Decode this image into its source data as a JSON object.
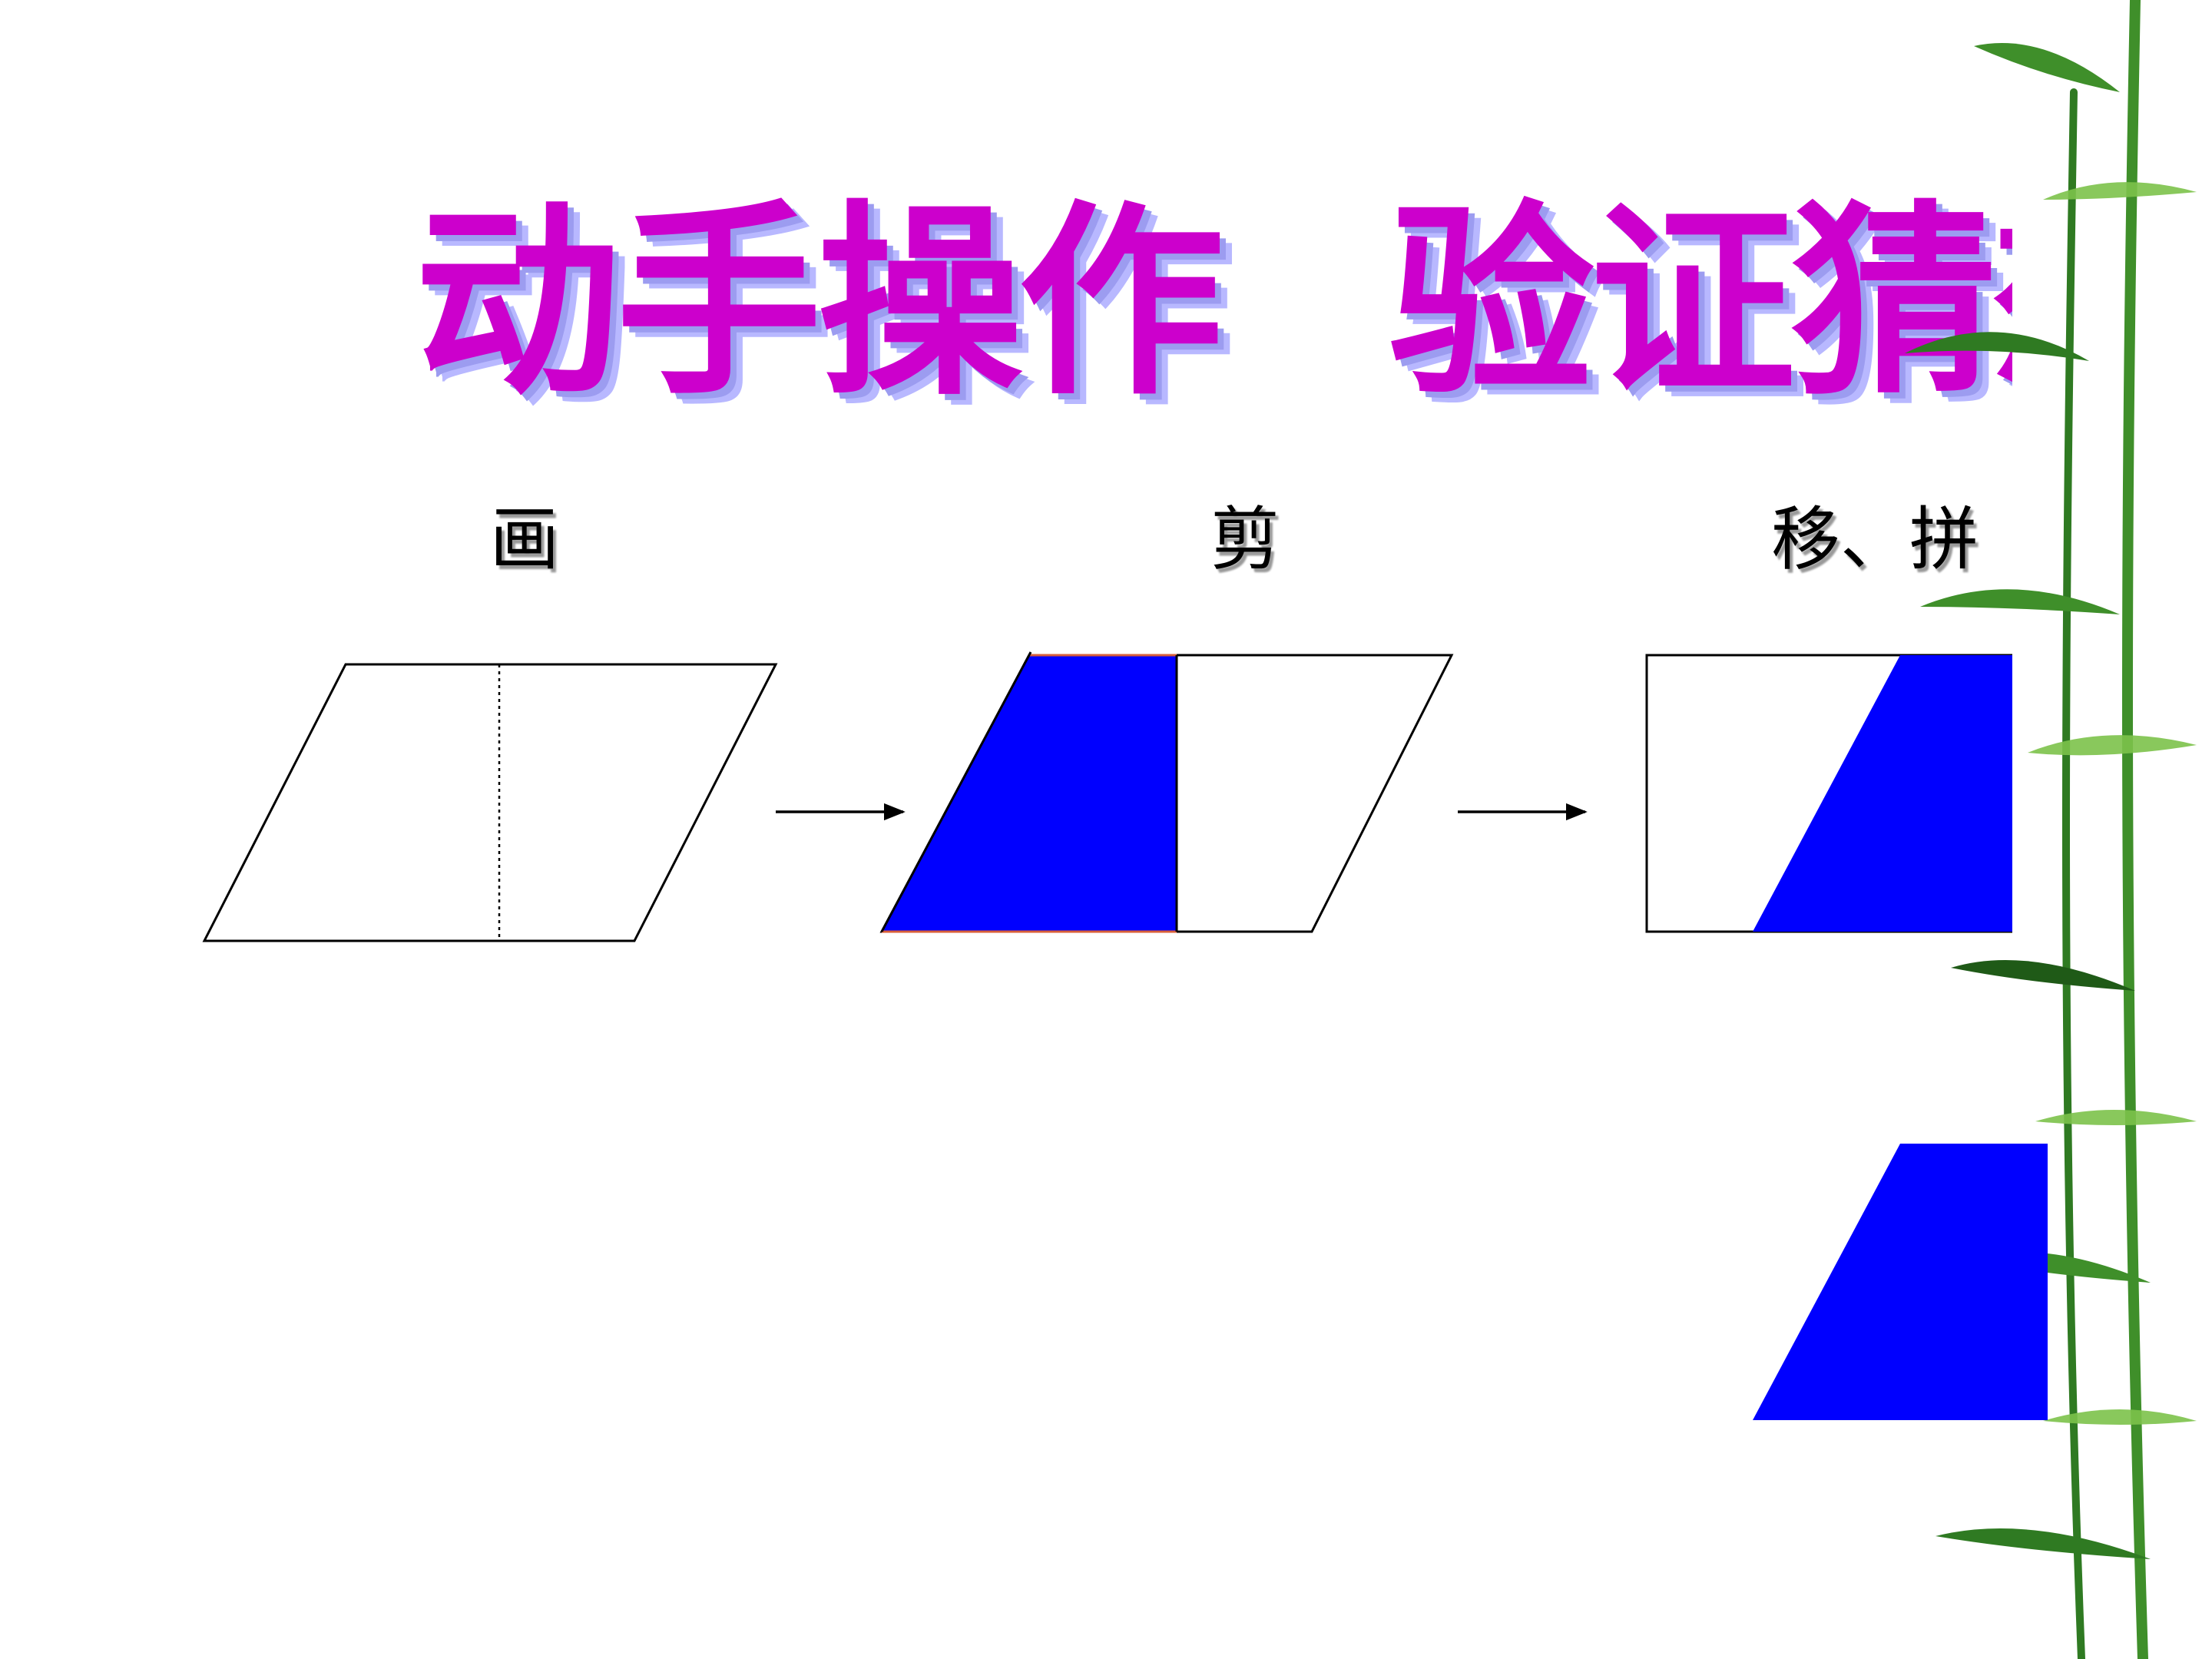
{
  "slide": {
    "title_part1": "动手操作",
    "title_part2": "验证猜想",
    "steps": [
      {
        "label": "画"
      },
      {
        "label": "剪"
      },
      {
        "label": "移、拼"
      }
    ]
  },
  "colors": {
    "title_fill": "#cc00cc",
    "title_shadow": "#9c9cf0",
    "shape_fill": "#0000ff",
    "outline": "#000000",
    "bamboo_dark": "#1f5a17",
    "bamboo_mid": "#3f8f2a",
    "bamboo_light": "#7cc24a"
  }
}
